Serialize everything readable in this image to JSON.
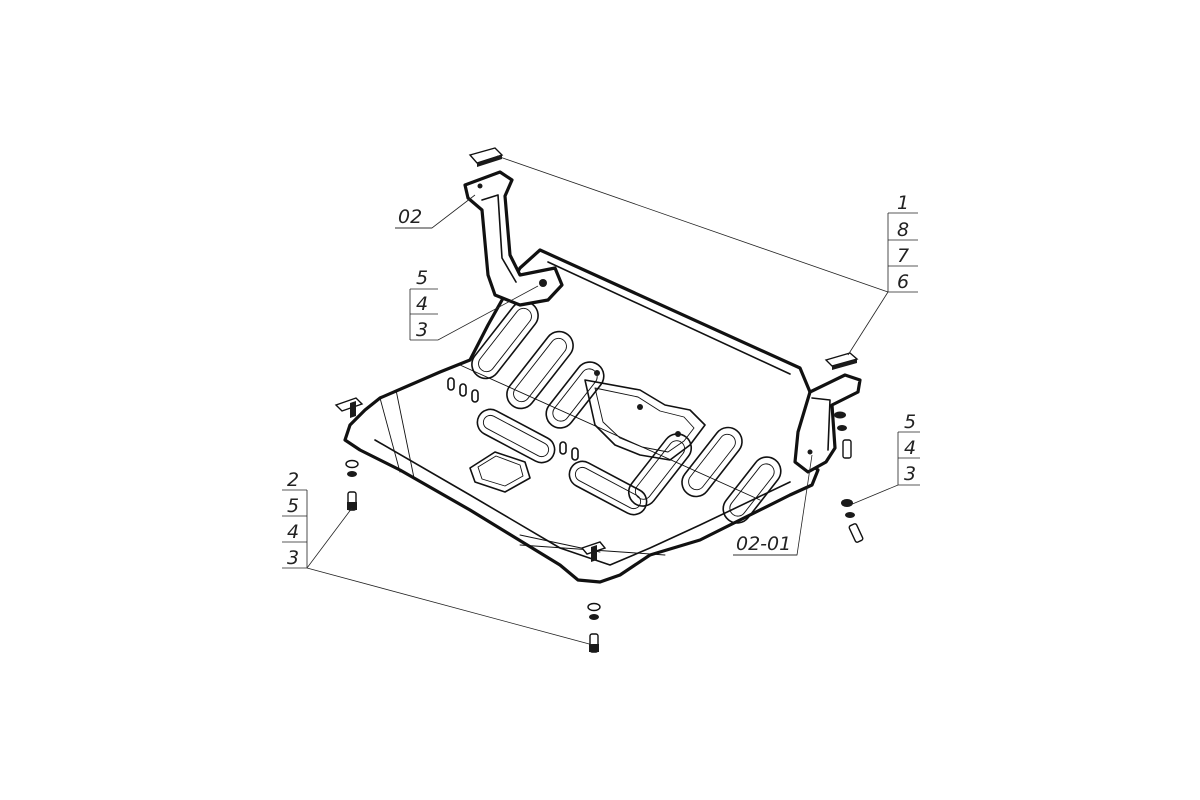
{
  "labels": {
    "bracket_left": "02",
    "bracket_right": "02-01",
    "stack_top_right": [
      "1",
      "8",
      "7",
      "6"
    ],
    "stack_upper_left": [
      "5",
      "4",
      "3"
    ],
    "stack_right": [
      "5",
      "4",
      "3"
    ],
    "stack_lower_left": [
      "2",
      "5",
      "4",
      "3"
    ]
  },
  "colors": {
    "line": "#111111",
    "background": "#ffffff"
  }
}
